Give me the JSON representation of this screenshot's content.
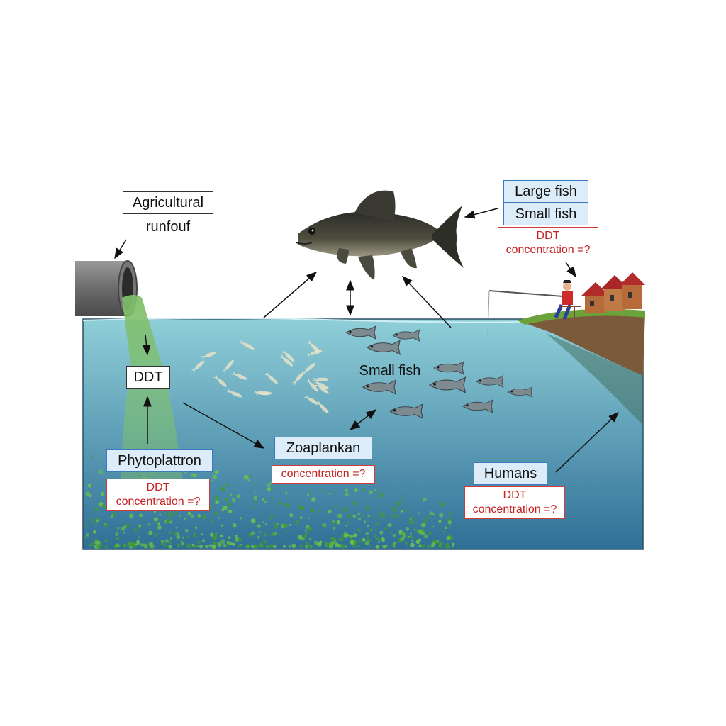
{
  "labels": {
    "agri_line1": "Agricultural",
    "agri_line2": "runfouf",
    "ddt": "DDT",
    "phyto": "Phytoplattron",
    "phyto_conc_line1": "DDT",
    "phyto_conc_line2": "concentration =?",
    "zoo": "Zoaplankan",
    "zoo_conc": "concentration =?",
    "small_fish_water": "Small fish",
    "large_fish": "Large fish",
    "small_fish_box": "Small fish",
    "fish_conc_line1": "DDT",
    "fish_conc_line2": "concentration =?",
    "humans": "Humans",
    "humans_conc_line1": "DDT",
    "humans_conc_line2": "concentration =?"
  },
  "colors": {
    "water_top": "#8fcfd8",
    "water_bottom": "#2f6f96",
    "label_blue_fill": "#dcecf8",
    "label_blue_border": "#3b78c4",
    "label_red": "#c62020",
    "algae": "#3f9a3a"
  }
}
